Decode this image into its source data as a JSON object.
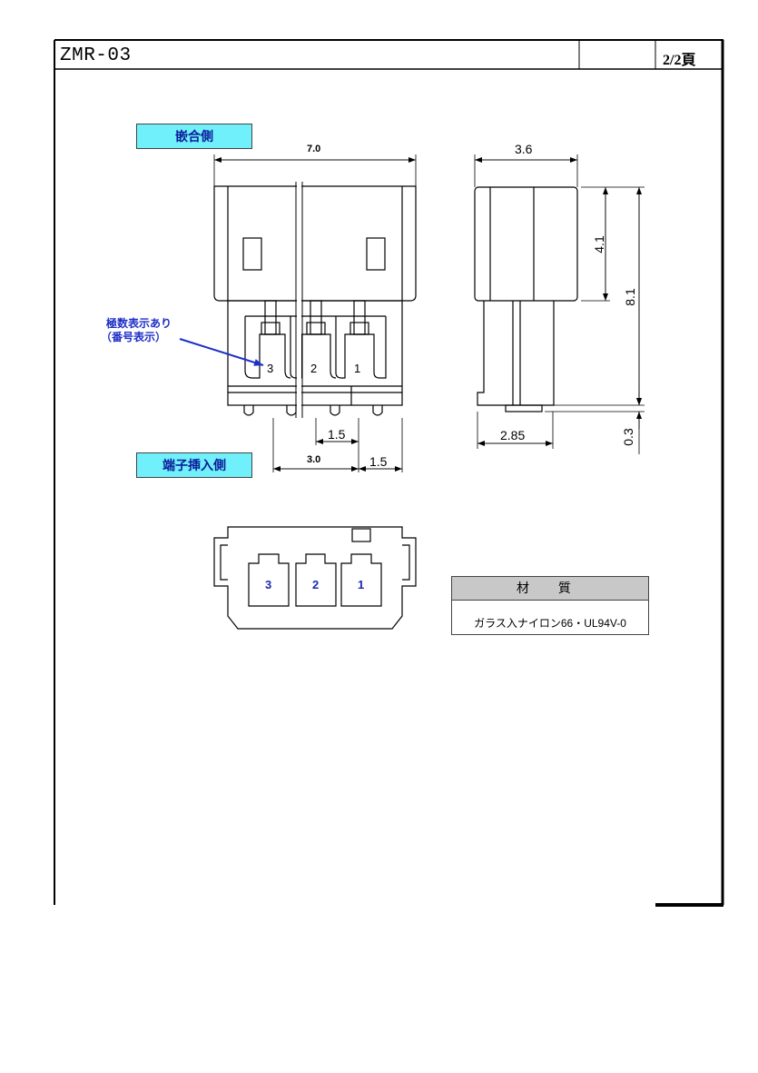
{
  "header": {
    "title": "ZMR-03",
    "page": "2/2頁"
  },
  "labels": {
    "mating_side": "嵌合側",
    "terminal_side": "端子挿入側"
  },
  "note": {
    "line1": "極数表示あり",
    "line2": "（番号表示）"
  },
  "dimensions": {
    "width": "7.0",
    "depth": "3.6",
    "upper_height": "4.1",
    "total_height": "8.1",
    "pitch": "1.5",
    "span": "3.0",
    "end_offset": "1.5",
    "side_width": "2.85",
    "peg_height": "0.3"
  },
  "pins_front": [
    "3",
    "2",
    "1"
  ],
  "pins_bottom": [
    "3",
    "2",
    "1"
  ],
  "material": {
    "heading": "材 質",
    "value": "ガラス入ナイロン66・UL94V-0"
  }
}
